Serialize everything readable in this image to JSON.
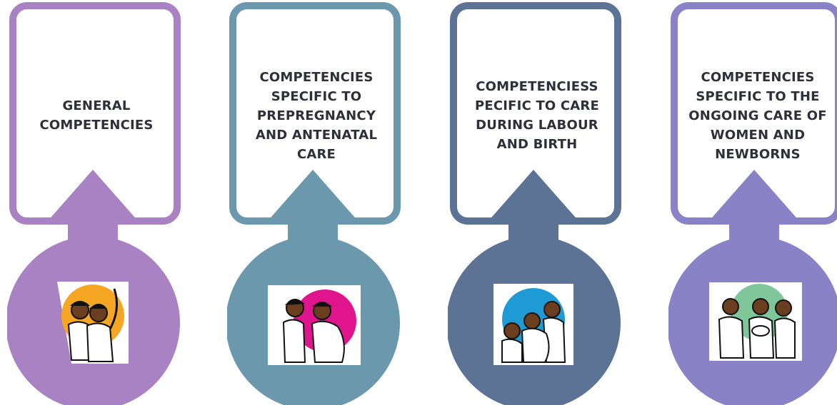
{
  "cards": [
    {
      "label": "GENERAL COMPETENCIES",
      "color": "#a882c2",
      "illustration": "two-midwives-icon",
      "illustration_bg": "#f5a623"
    },
    {
      "label": "COMPETENCIES SPECIFIC TO PREPREGNANCY AND ANTENATAL CARE",
      "color": "#6b98ad",
      "illustration": "midwife-pregnant-woman-icon",
      "illustration_bg": "#e0148c"
    },
    {
      "label": "COMPETENCIESS PECIFIC TO CARE DURING LABOUR AND BIRTH",
      "color": "#5c7396",
      "illustration": "labour-support-icon",
      "illustration_bg": "#1e9bd4"
    },
    {
      "label": "COMPETENCIES SPECIFIC TO THE ONGOING CARE OF WOMEN AND NEWBORNS",
      "color": "#8a82c6",
      "illustration": "mother-newborn-care-icon",
      "illustration_bg": "#7fc79a"
    }
  ]
}
